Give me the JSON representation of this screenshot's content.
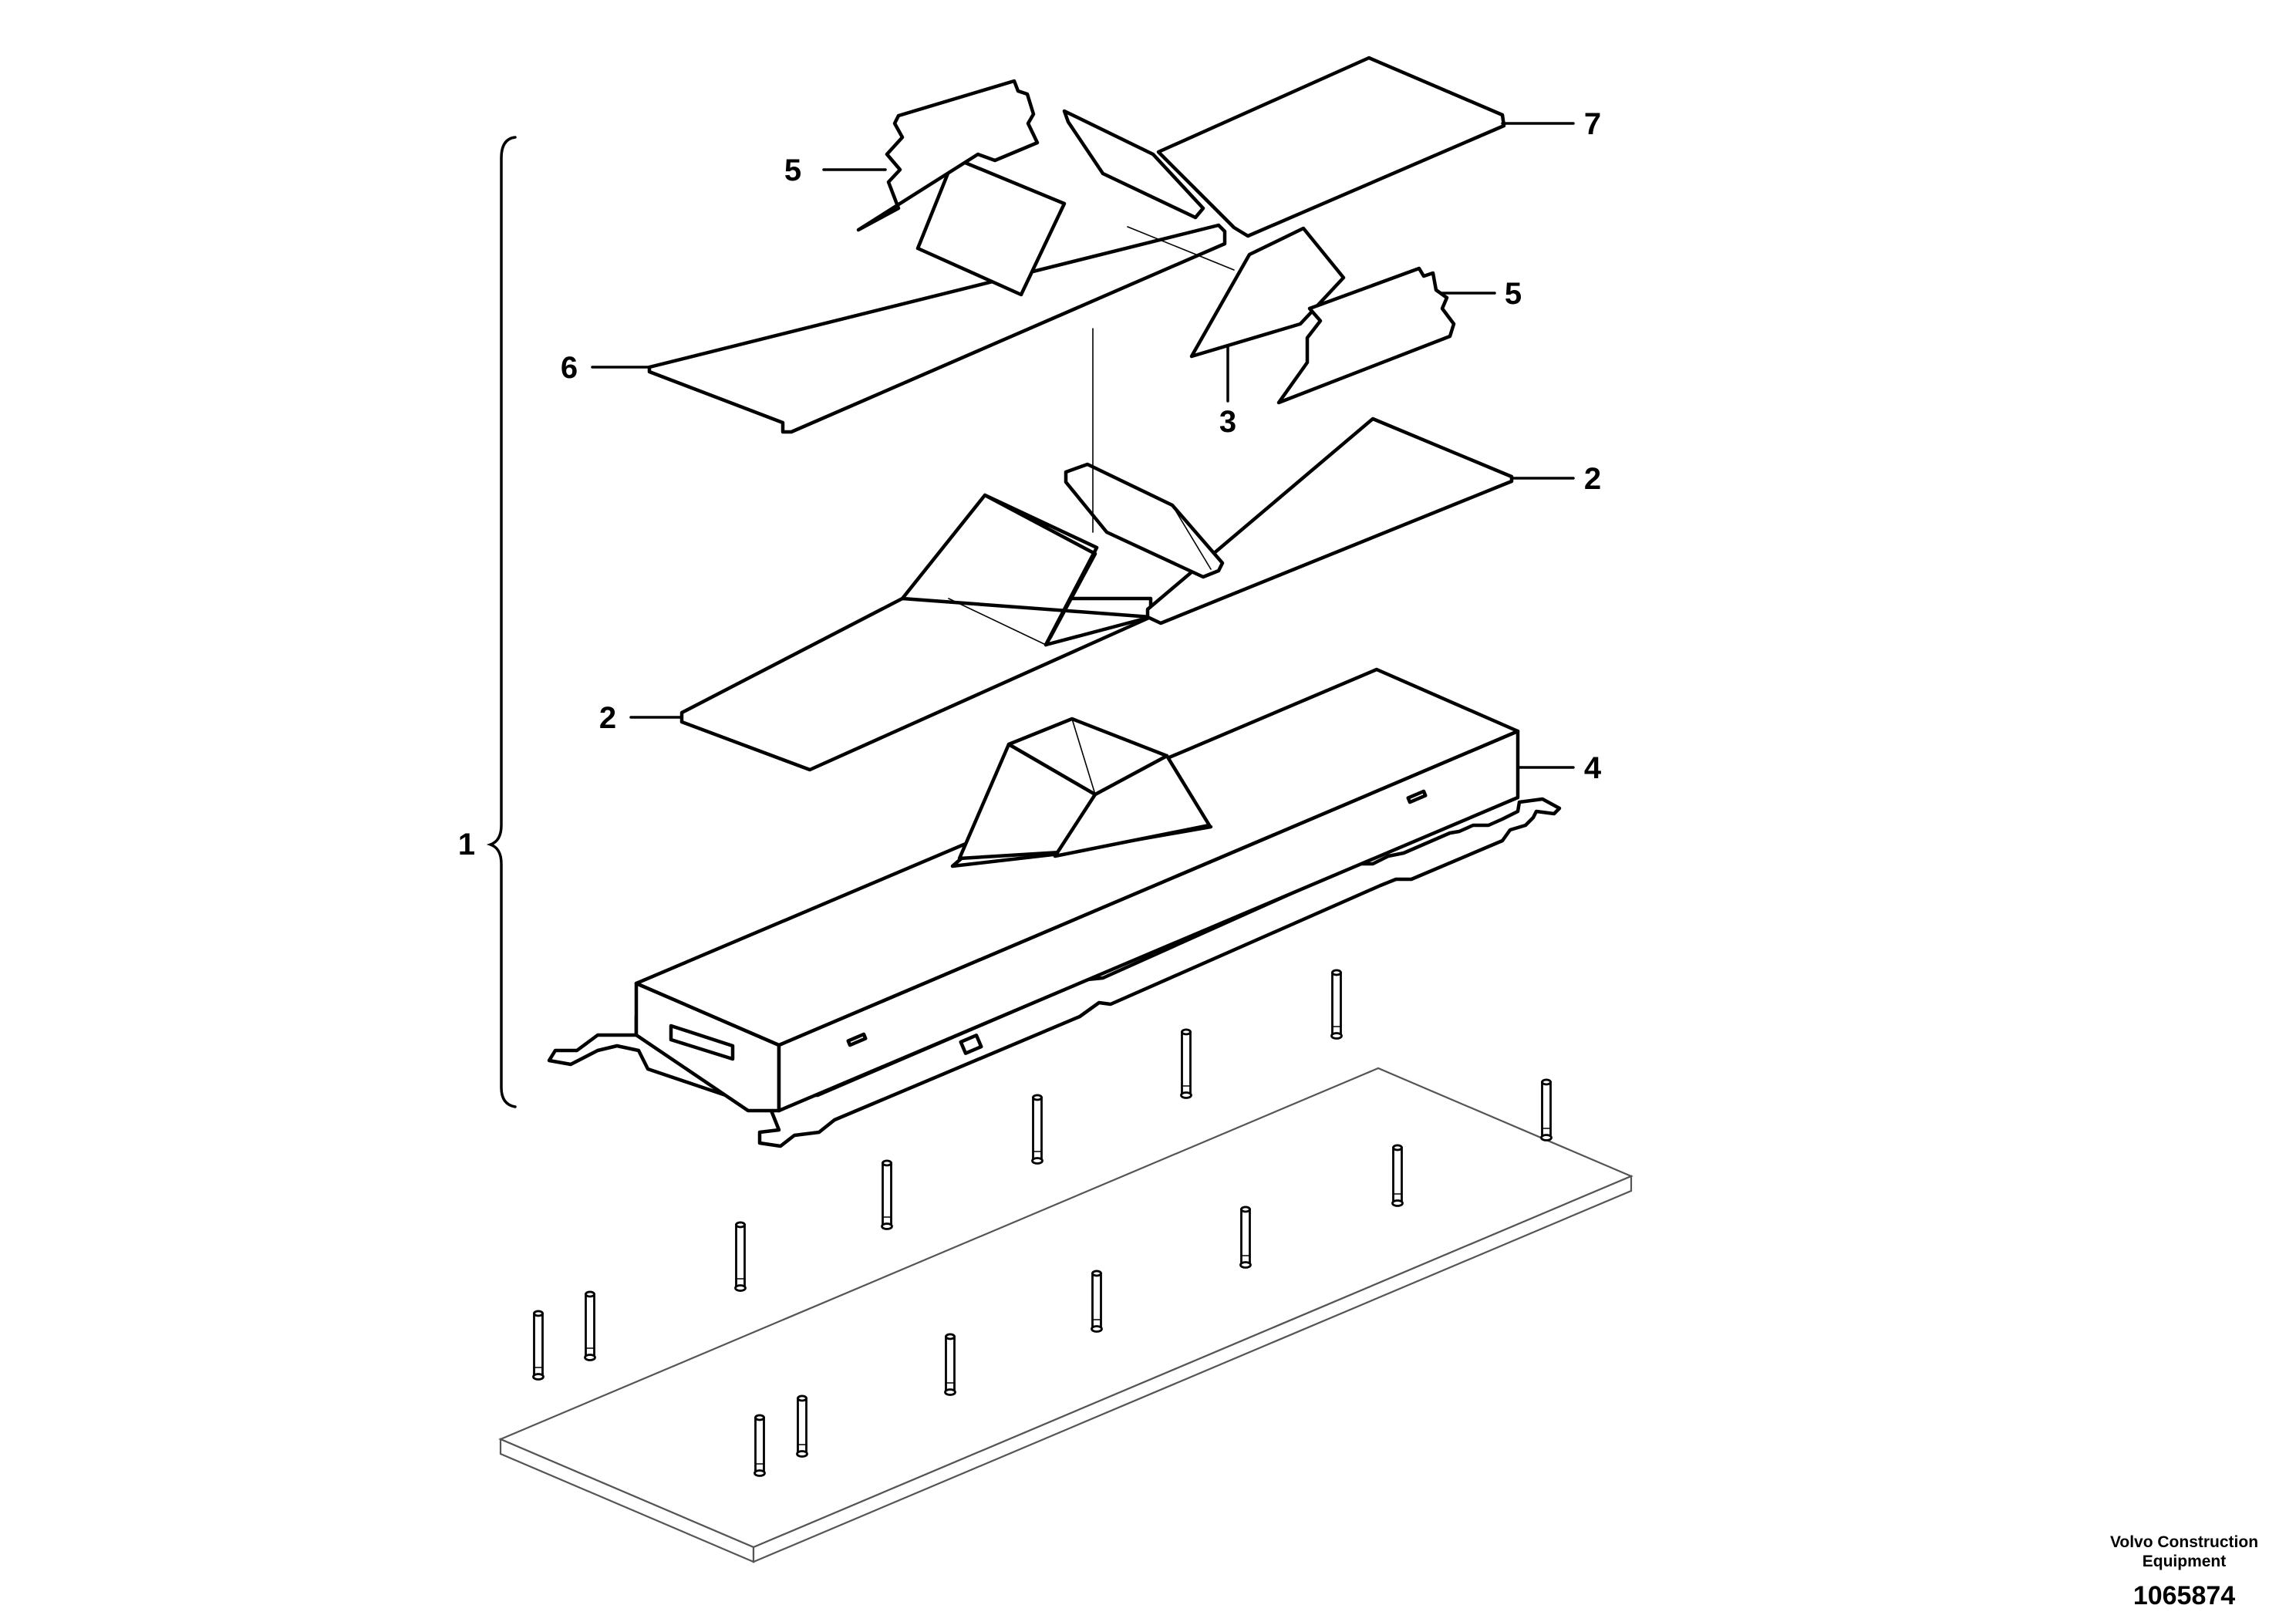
{
  "callouts": {
    "c1": "1",
    "c2a": "2",
    "c2b": "2",
    "c3": "3",
    "c4": "4",
    "c5a": "5",
    "c5b": "5",
    "c6": "6",
    "c7": "7"
  },
  "footer": {
    "brand_line1": "Volvo Construction",
    "brand_line2": "Equipment",
    "drawing_number": "1065874"
  }
}
